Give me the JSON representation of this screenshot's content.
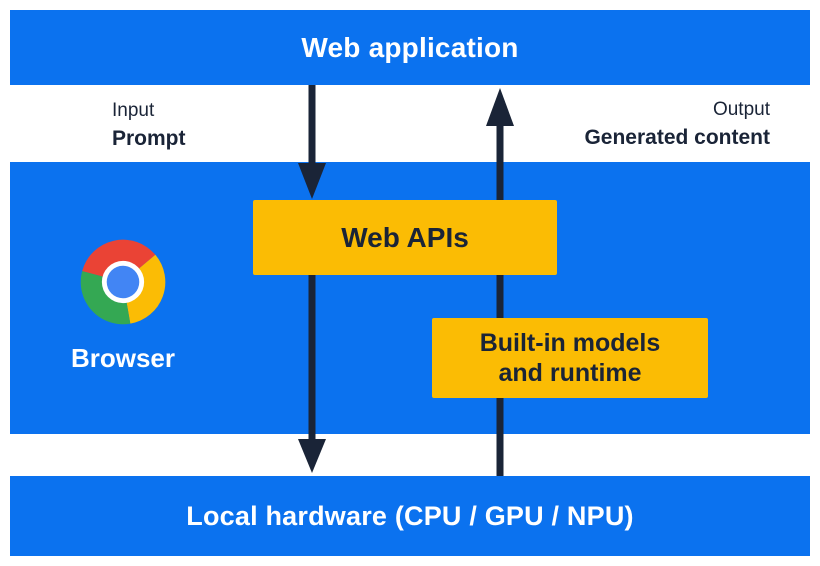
{
  "layers": {
    "web_application": "Web application",
    "browser": "Browser",
    "local_hardware": "Local hardware (CPU / GPU / NPU)"
  },
  "io": {
    "input_title": "Input",
    "input_value": "Prompt",
    "output_title": "Output",
    "output_value": "Generated content"
  },
  "boxes": {
    "web_apis": "Web APIs",
    "built_in_line1": "Built-in models",
    "built_in_line2": "and runtime"
  },
  "icons": {
    "browser_icon": "chrome-icon"
  },
  "arrows": [
    {
      "name": "input-arrow-upper",
      "direction": "down",
      "from": "Web application",
      "to": "Web APIs"
    },
    {
      "name": "input-arrow-lower",
      "direction": "down",
      "from": "Web APIs",
      "to": "Local hardware (CPU / GPU / NPU)"
    },
    {
      "name": "output-arrow",
      "direction": "up",
      "from": "Local hardware (CPU / GPU / NPU)",
      "to": "Web application"
    }
  ],
  "colors": {
    "layer_blue": "#0b72ef",
    "box_yellow": "#fbbc04",
    "arrow_navy": "#1a2437",
    "text_on_blue": "#ffffff",
    "chrome_red": "#ea4335",
    "chrome_yellow": "#fbbc05",
    "chrome_green": "#34a853",
    "chrome_blue": "#4285f4",
    "chrome_white": "#ffffff"
  }
}
